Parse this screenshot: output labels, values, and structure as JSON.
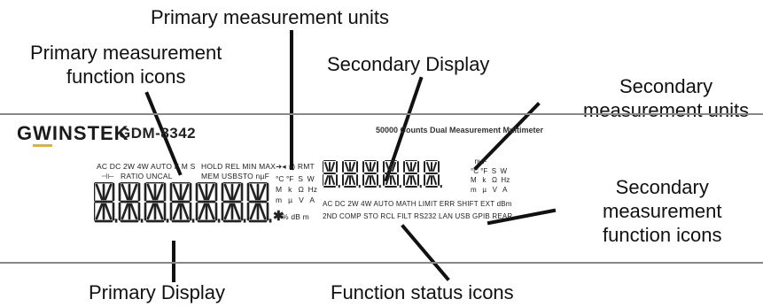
{
  "callouts": {
    "primary_units": "Primary measurement units",
    "primary_function_icons": [
      "Primary measurement",
      "function icons"
    ],
    "secondary_display": "Secondary Display",
    "secondary_units": [
      "Secondary",
      "measurement units"
    ],
    "secondary_function_icons": [
      "Secondary",
      "measurement",
      "function icons"
    ],
    "primary_display": "Primary Display",
    "function_status": "Function status icons"
  },
  "panel": {
    "brand_prefix": "G",
    "brand_w": "W",
    "brand_suffix": "INSTEK",
    "model": "GDM-8342",
    "tagline": "50000 Counts Dual Measurement Multimeter"
  },
  "primary_icons": {
    "row1": "AC DC 2W 4W  AUTO  F  M  S",
    "row2": "RATIO  UNCAL",
    "row1b": "HOLD REL MIN MAX",
    "row2b": "MEM USBSTO  nµF",
    "capacitor_symbol": "⊣⊢"
  },
  "primary_units": {
    "row1": "➔◂  ») RMT",
    "rows": [
      "°C °F  S  W",
      "M   k   Ω  Hz",
      "m   µ   V   A",
      "  %  dB  m"
    ],
    "asterisk": "✱"
  },
  "secondary_units": {
    "rows": [
      "  nµF",
      "°C °F  S  W",
      "M   k   Ω  Hz",
      "m   µ   V   A"
    ]
  },
  "status_icons": {
    "row1": "AC  DC  2W  4W AUTO MATH LIMIT  ERR  SHIFT  EXT  dBm",
    "row2": "2ND  COMP  STO  RCL  FILT  RS232 LAN  USB  GPIB  REAR"
  },
  "digits": {
    "primary_count": 7,
    "secondary_count": 6
  }
}
